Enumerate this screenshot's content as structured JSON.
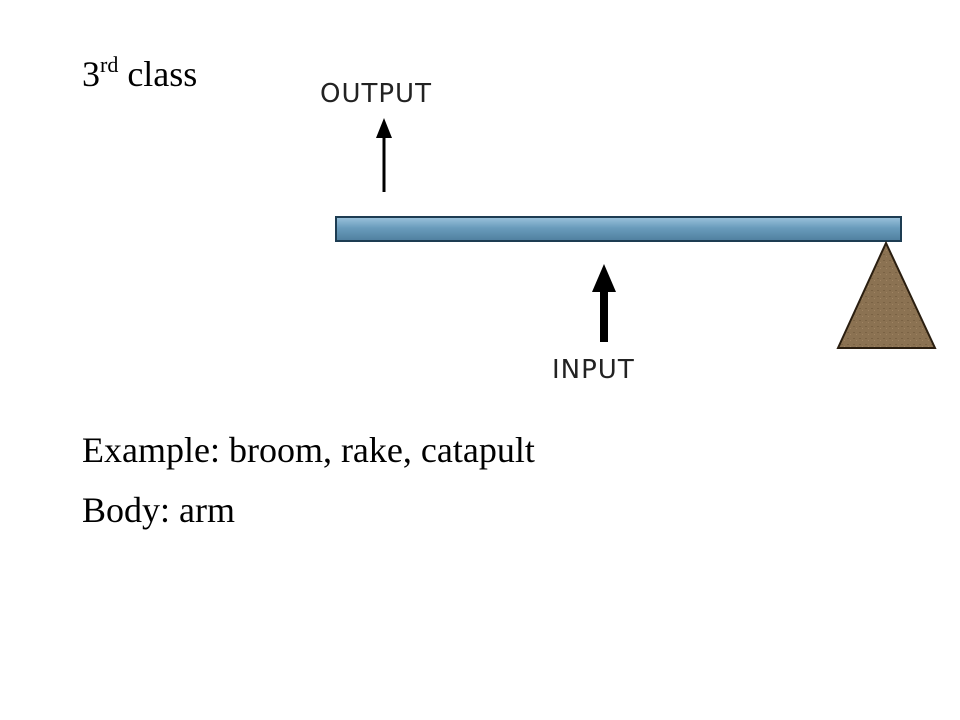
{
  "slide": {
    "title_number": "3",
    "title_superscript": "rd",
    "title_word": " class",
    "example_line": "Example:  broom, rake, catapult",
    "body_line": "Body:  arm"
  },
  "diagram": {
    "output_label": "OUTPUT",
    "input_label": "INPUT",
    "colors": {
      "lever_fill": "#6a9cbc",
      "lever_stroke": "#1d3c52",
      "fulcrum_fill": "#8b7252",
      "fulcrum_stroke": "#2a1e10",
      "arrow": "#000000"
    }
  }
}
